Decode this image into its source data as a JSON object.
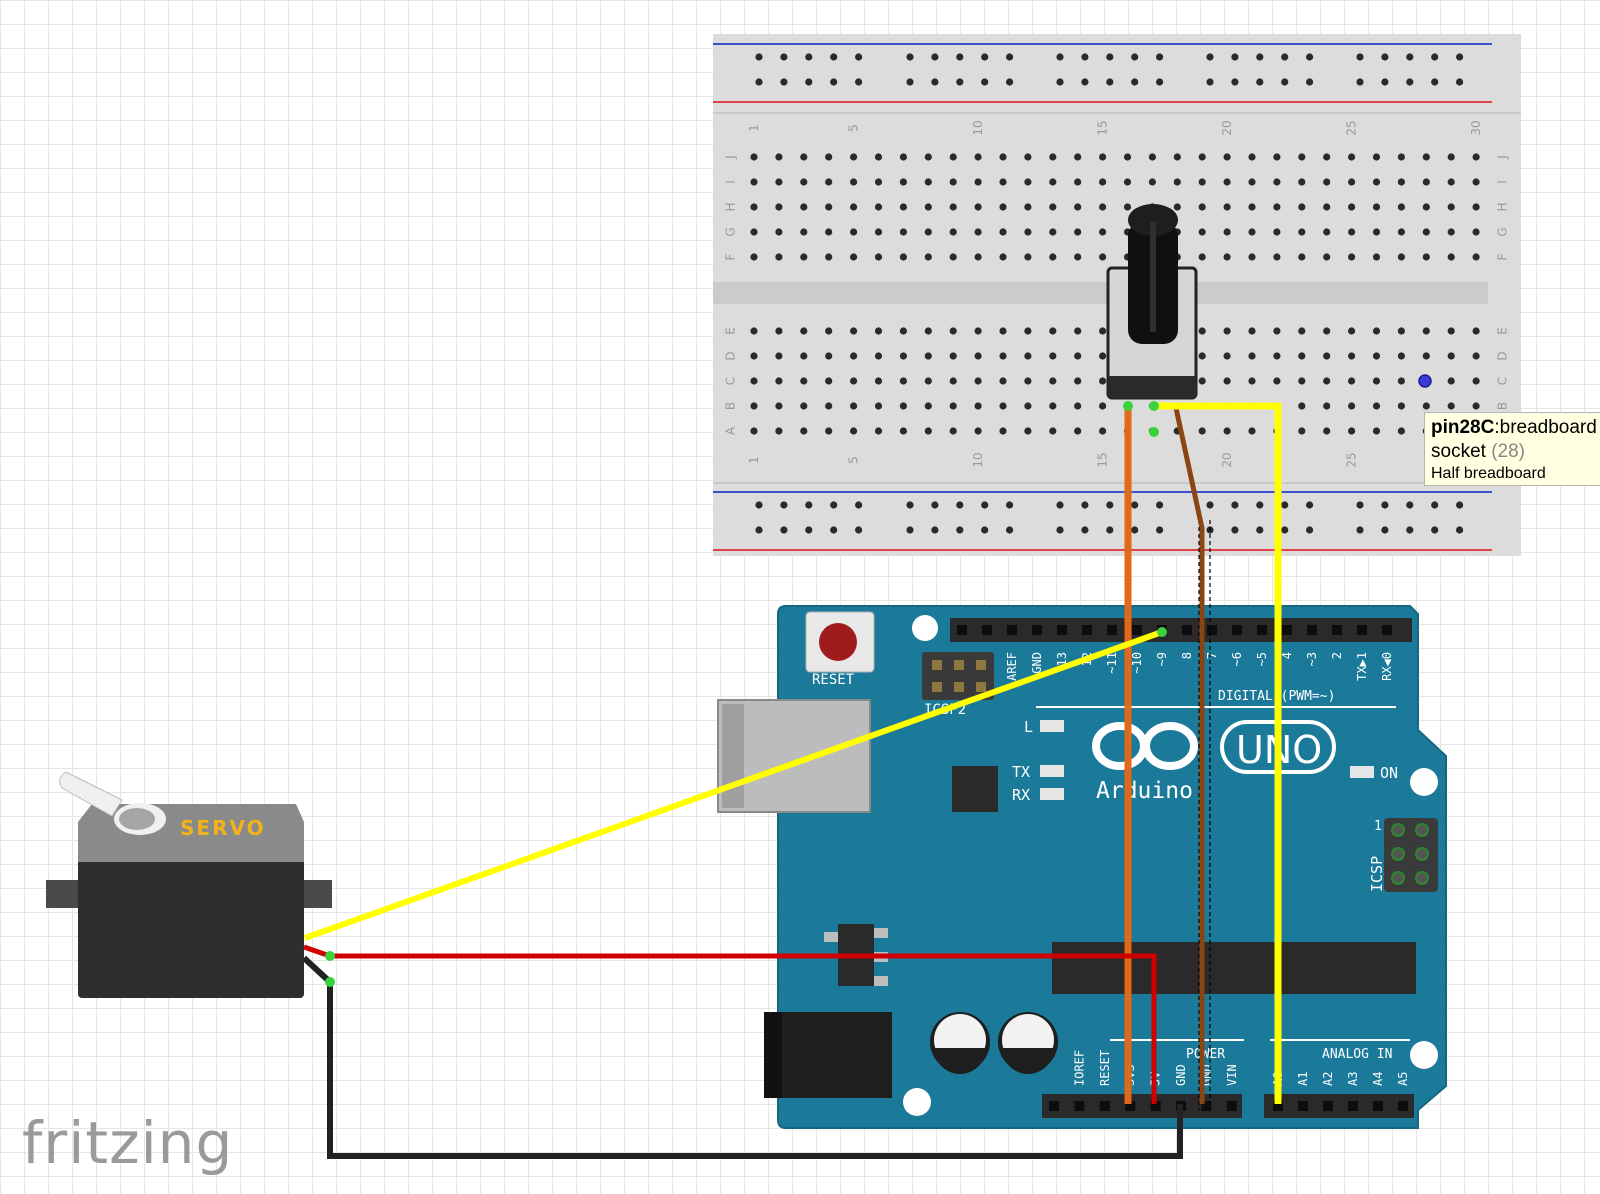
{
  "breadboard": {
    "column_labels": [
      "1",
      "5",
      "10",
      "15",
      "20",
      "25",
      "30"
    ],
    "row_labels_top": [
      "J",
      "I",
      "H",
      "G",
      "F"
    ],
    "row_labels_bottom": [
      "E",
      "D",
      "C",
      "B",
      "A"
    ]
  },
  "arduino": {
    "reset_label": "RESET",
    "icsp2_label": "ICSP2",
    "aref_label": "AREF",
    "gnd_label": "GND",
    "digital_pins": [
      "13",
      "12",
      "~11",
      "~10",
      "~9",
      "8",
      "7",
      "~6",
      "~5",
      "4",
      "~3",
      "2",
      "TX▶1",
      "RX◀0"
    ],
    "digital_label": "DIGITAL (PWM=~)",
    "led_l": "L",
    "led_tx": "TX",
    "led_rx": "RX",
    "brand": "Arduino",
    "model": "UNO",
    "on_label": "ON",
    "icsp_label": "ICSP",
    "icsp_pin1": "1",
    "power_label": "POWER",
    "analog_label": "ANALOG IN",
    "power_pins": [
      "IOREF",
      "RESET",
      "3V3",
      "5V",
      "GND",
      "GND",
      "VIN"
    ],
    "analog_pins": [
      "A0",
      "A1",
      "A2",
      "A3",
      "A4",
      "A5"
    ]
  },
  "servo": {
    "label": "SERVO"
  },
  "tooltip": {
    "title": "pin28C",
    "title_rest": ":breadboard",
    "line2": "socket",
    "line2_muted": "(28)",
    "line3": "Half breadboard"
  },
  "logo": {
    "text": "fritzing"
  },
  "colors": {
    "arduino_board": "#1b7a9a",
    "breadboard": "#dcdcdc",
    "wire_yellow": "#ffff00",
    "wire_red": "#d10000",
    "wire_black": "#222222",
    "wire_orange": "#e0691a",
    "wire_brown": "#8b4513",
    "rail_red": "#e2434b",
    "rail_blue": "#3c50c8"
  }
}
